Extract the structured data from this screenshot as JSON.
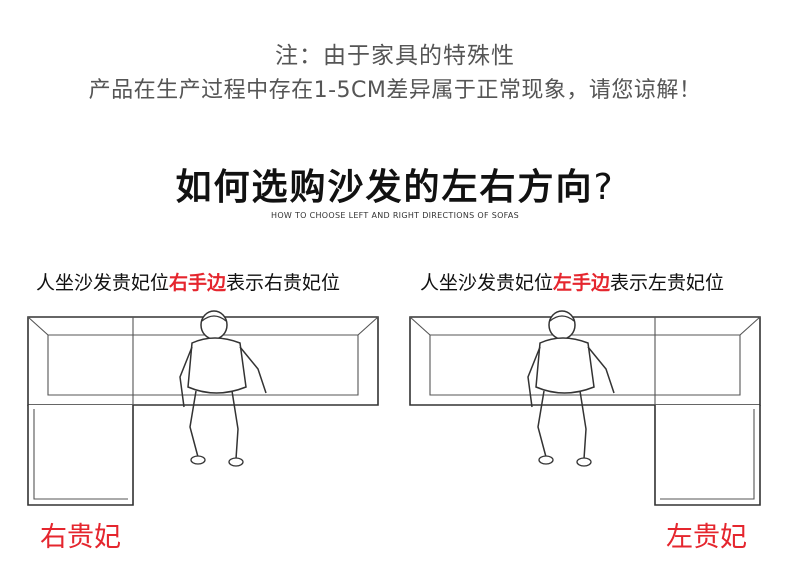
{
  "note": {
    "line1": "注：由于家具的特殊性",
    "line2": "产品在生产过程中存在1-5CM差异属于正常现象，请您谅解！"
  },
  "heading": {
    "title": "如何选购沙发的左右方向",
    "question_mark": "?",
    "subtitle": "HOW TO CHOOSE LEFT AND RIGHT DIRECTIONS OF SOFAS"
  },
  "left_panel": {
    "caption_before": "人坐沙发贵妃位",
    "caption_highlight": "右手边",
    "caption_after": "表示右贵妃位",
    "label": "右贵妃",
    "chaise_side": "left"
  },
  "right_panel": {
    "caption_before": "人坐沙发贵妃位",
    "caption_highlight": "左手边",
    "caption_after": "表示左贵妃位",
    "label": "左贵妃",
    "chaise_side": "right"
  },
  "colors": {
    "highlight": "#e5262e",
    "note_text": "#555555"
  }
}
